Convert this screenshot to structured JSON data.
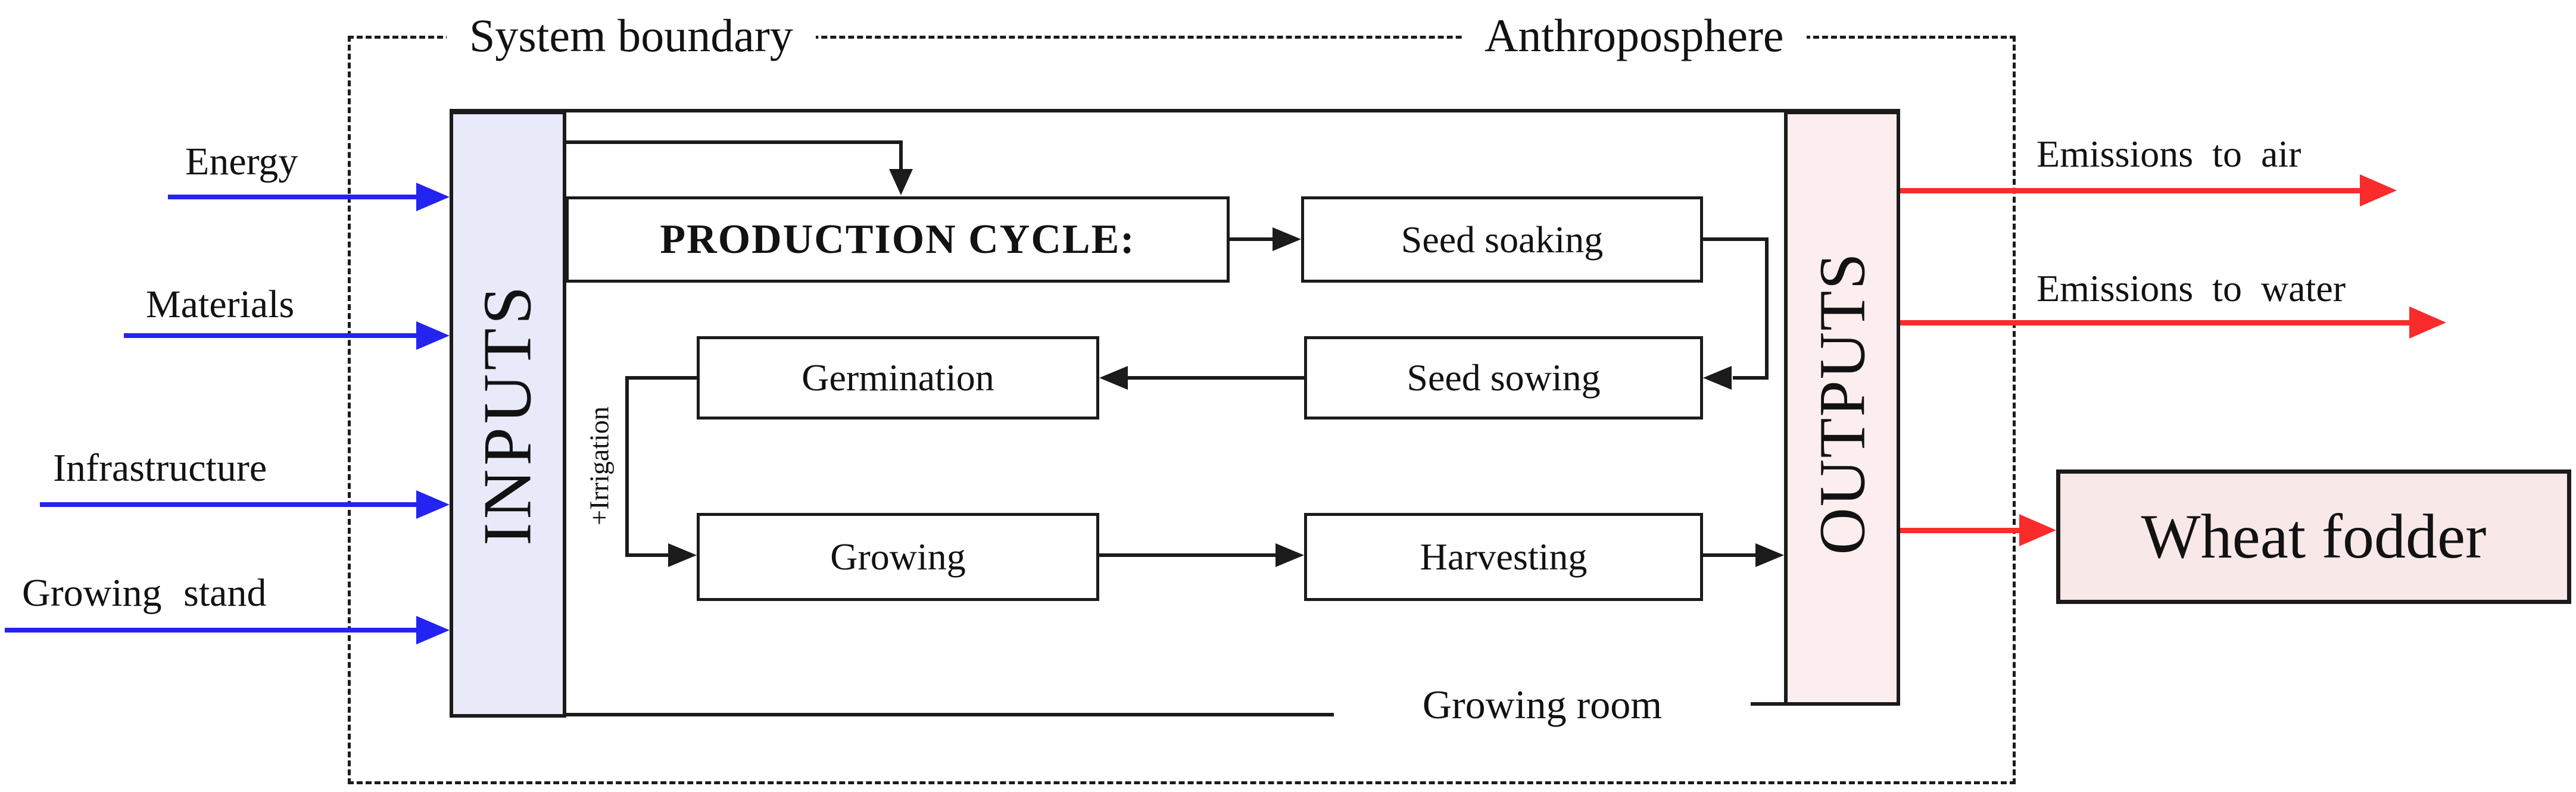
{
  "boundary": {
    "system_label": "System boundary",
    "anthroposphere_label": "Anthroposphere"
  },
  "columns": {
    "inputs_label": "INPUTS",
    "outputs_label": "OUTPUTS"
  },
  "input_flows": [
    {
      "label": "Energy"
    },
    {
      "label": "Materials"
    },
    {
      "label": "Infrastructure"
    },
    {
      "label": "Growing stand"
    }
  ],
  "production": {
    "header": "PRODUCTION CYCLE:",
    "steps": {
      "seed_soaking": "Seed soaking",
      "seed_sowing": "Seed sowing",
      "germination": "Germination",
      "growing": "Growing",
      "harvesting": "Harvesting"
    },
    "irrigation_note": "+Irrigation",
    "room_label": "Growing room"
  },
  "output_flows": {
    "emissions_air": "Emissions to air",
    "emissions_water": "Emissions to water",
    "product": "Wheat fodder"
  },
  "colors": {
    "input_arrow_blue": "#2323f2",
    "output_arrow_red": "#f92b2b",
    "inputs_fill": "#e9eaf9",
    "outputs_fill": "#fceeee",
    "product_fill": "#f9e8e8",
    "line_black": "#1b1b1b"
  }
}
